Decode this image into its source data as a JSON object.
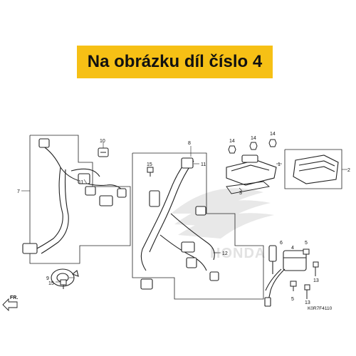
{
  "banner": {
    "text": "Na obrázku díl číslo 4",
    "color": "#f6c015"
  },
  "diagram": {
    "code": "K0R7F4110",
    "watermark": "HONDA",
    "front_label": "FR.",
    "callouts": [
      "1",
      "2",
      "3",
      "4",
      "5",
      "5",
      "6",
      "7",
      "8",
      "9",
      "10",
      "11",
      "11",
      "12",
      "13",
      "13",
      "14",
      "14",
      "14",
      "15",
      "15"
    ]
  }
}
